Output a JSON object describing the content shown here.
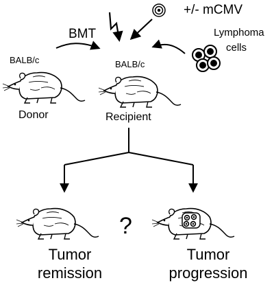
{
  "labels": {
    "mcmv": "+/- mCMV",
    "bmt": "BMT",
    "lymphoma_line1": "Lymphoma",
    "lymphoma_line2": "cells",
    "donor_strain": "BALB/c",
    "recipient_strain": "BALB/c",
    "donor": "Donor",
    "recipient": "Recipient",
    "question": "?",
    "remission_line1": "Tumor",
    "remission_line2": "remission",
    "progression_line1": "Tumor",
    "progression_line2": "progression"
  },
  "icons": {
    "mouse": "mouse-icon",
    "virus": "virus-icon",
    "irradiation": "lightning-icon",
    "lymphoma_cells": "cell-cluster-icon",
    "tumor": "tumor-icon"
  }
}
